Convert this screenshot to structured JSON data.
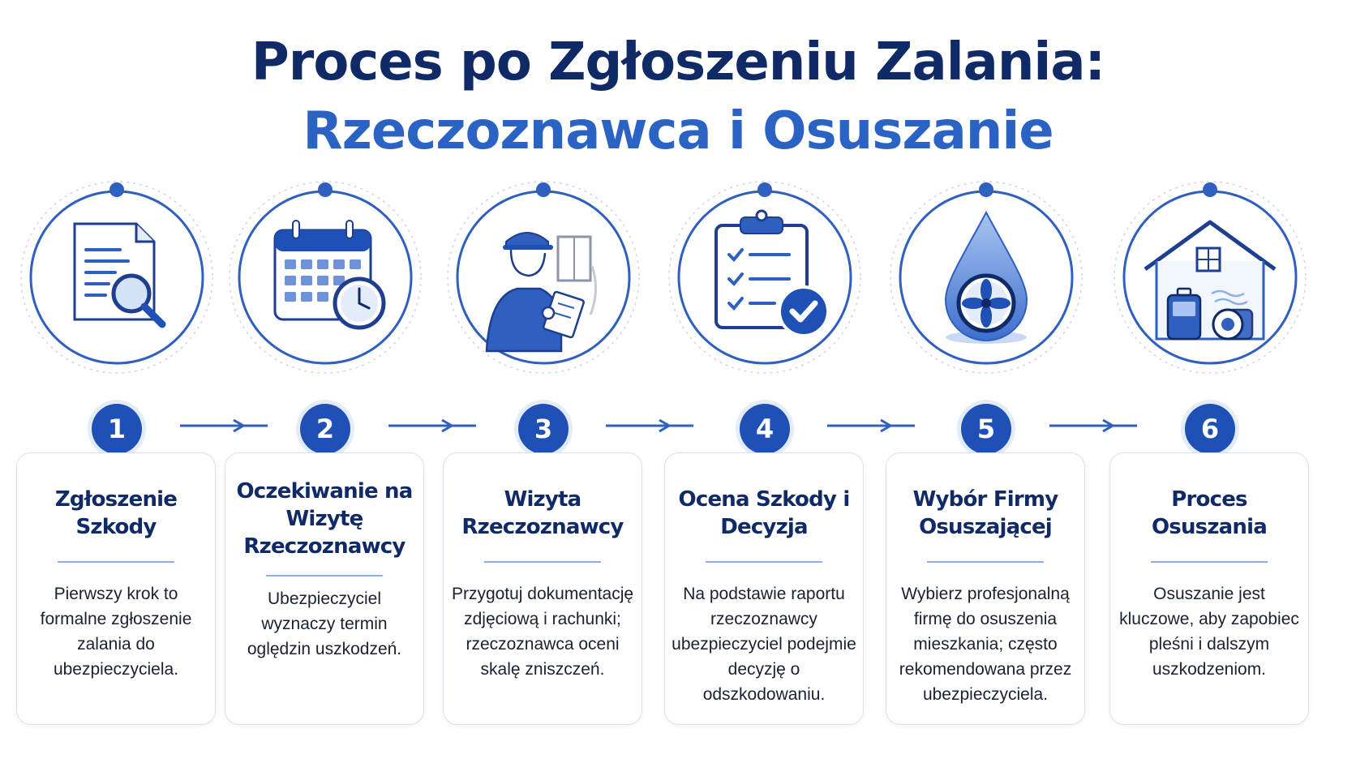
{
  "title": {
    "line1": "Proces po Zgłoszeniu Zalania:",
    "line2": "Rzeczoznawca i Osuszanie"
  },
  "colors": {
    "navy": "#0f2a66",
    "accent": "#2a63c4",
    "badge": "#1e50b5",
    "ring": "#2f5fbf",
    "divider": "#8fb0e6"
  },
  "steps": [
    {
      "number": "1",
      "icon": "document-search-icon",
      "title": "Zgłoszenie Szkody",
      "description": "Pierwszy krok to formalne zgłoszenie zalania do ubezpieczyciela."
    },
    {
      "number": "2",
      "icon": "calendar-clock-icon",
      "title": "Oczekiwanie na Wizytę Rzeczoznawcy",
      "description": "Ubezpieczyciel wyznaczy termin oględzin uszkodzeń."
    },
    {
      "number": "3",
      "icon": "inspector-clipboard-icon",
      "title": "Wizyta Rzeczoznawcy",
      "description": "Przygotuj dokumentację zdjęciową i rachunki; rzeczoznawca oceni skalę zniszczeń."
    },
    {
      "number": "4",
      "icon": "checklist-approved-icon",
      "title": "Ocena Szkody i Decyzja",
      "description": "Na podstawie raportu rzeczoznawcy ubezpieczyciel podejmie decyzję o odszkodowaniu."
    },
    {
      "number": "5",
      "icon": "water-drop-fan-icon",
      "title": "Wybór Firmy Osuszającej",
      "description": "Wybierz profesjonalną firmę do osuszenia mieszkania; często rekomendowana przez ubezpieczyciela."
    },
    {
      "number": "6",
      "icon": "house-dryer-icon",
      "title": "Proces Osuszania",
      "description": "Osuszanie jest kluczowe, aby zapobiec pleśni i dalszym uszkodzeniom."
    }
  ]
}
